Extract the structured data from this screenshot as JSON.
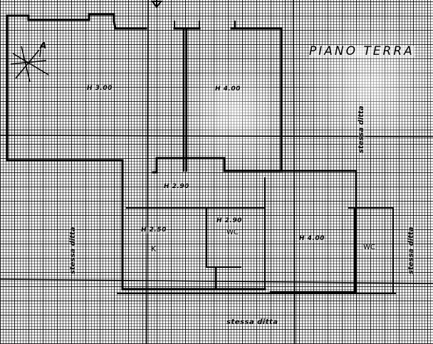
{
  "drawing": {
    "title": "PIANO TERRA",
    "type": "floor plan on graph paper",
    "north_arrow_label": "A",
    "colors": {
      "ink": "#000000",
      "paper": "#f4f4f4"
    }
  },
  "rooms": [
    {
      "id": "room-left-large",
      "height_label": "H 3.00"
    },
    {
      "id": "room-right-large",
      "height_label": "H 4.00"
    },
    {
      "id": "corridor",
      "height_label": "H 2.90"
    },
    {
      "id": "kitchen",
      "height_label": "H 2.50",
      "code": "K"
    },
    {
      "id": "wc-center",
      "height_label": "H 2.90",
      "code": "WC"
    },
    {
      "id": "room-right-lower",
      "height_label": "H 4.00"
    },
    {
      "id": "wc-right",
      "code": "WC"
    }
  ],
  "annotations": {
    "bottom": "stessa ditta",
    "left_vertical": "stessa ditta",
    "right_upper_vertical": "stessa ditta",
    "right_lower_vertical": "stessa ditta"
  }
}
